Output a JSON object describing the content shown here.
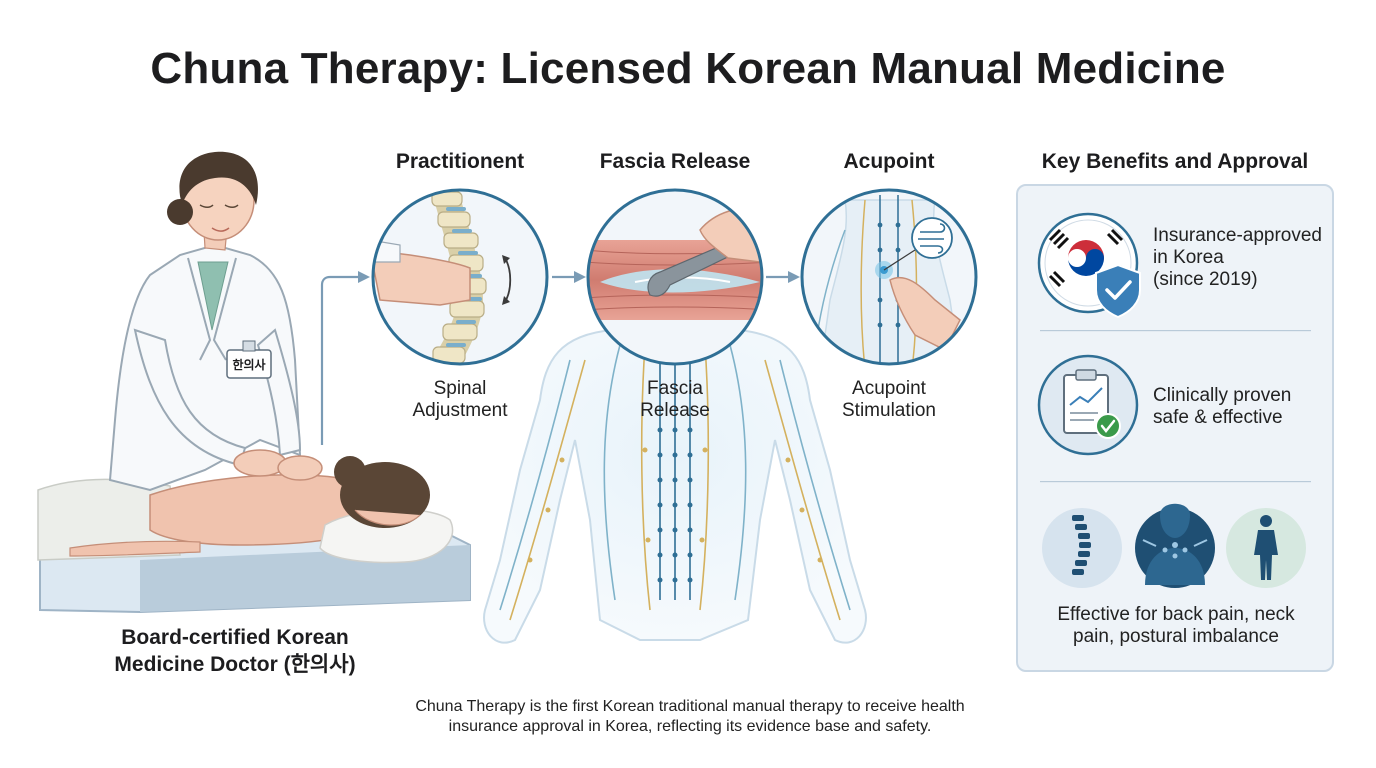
{
  "title": "Chuna Therapy: Licensed Korean Manual Medicine",
  "steps": [
    {
      "title": "Practitionent",
      "caption_line1": "Spinal",
      "caption_line2": "Adjustment"
    },
    {
      "title": "Fascia Release",
      "caption_line1": "Fascia",
      "caption_line2": "Release"
    },
    {
      "title": "Acupoint",
      "caption_line1": "Acupoint",
      "caption_line2": "Stimulation"
    }
  ],
  "doctor": {
    "badge": "한의사",
    "label_line1": "Board-certified Korean",
    "label_line2": "Medicine Doctor (한의사)"
  },
  "benefits": {
    "title": "Key Benefits and Approval",
    "items": [
      {
        "line1": "Insurance-approved",
        "line2": "in Korea",
        "line3": "(since 2019)",
        "icon": "korean-flag-shield-icon"
      },
      {
        "line1": "Clinically proven",
        "line2": "safe & effective",
        "icon": "clipboard-check-icon"
      }
    ],
    "conditions_icons": [
      "spine-icon",
      "neck-icon",
      "posture-icon"
    ],
    "conditions_line1": "Effective for back pain, neck",
    "conditions_line2": "pain, postural imbalance"
  },
  "footer_line1": "Chuna Therapy is the first Korean traditional manual therapy to receive health",
  "footer_line2": "insurance approval in Korea, reflecting its evidence base and safety.",
  "colors": {
    "accent_blue": "#2f6f95",
    "arrow": "#7a9bb5",
    "panel_bg": "#eef3f8",
    "muscle": "#d98a7e",
    "meridian_gold": "#d4b15e",
    "check_green": "#3a9a4a"
  }
}
